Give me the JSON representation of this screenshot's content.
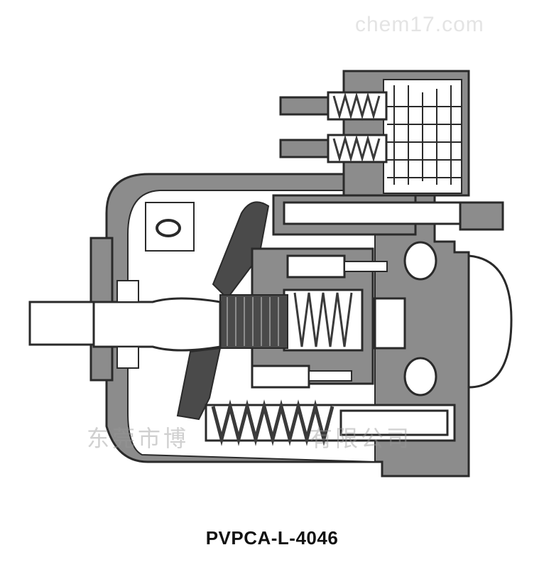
{
  "watermark_top": "chem17.com",
  "watermark_middle": "东莞市博",
  "watermark_middle_tail": "有限公司",
  "caption": "PVPCA-L-4046",
  "colors": {
    "body": "#8c8c8c",
    "body_dark": "#4a4a4a",
    "outline": "#2a2a2a",
    "cavity": "#ffffff",
    "spring": "#3a3a3a"
  }
}
